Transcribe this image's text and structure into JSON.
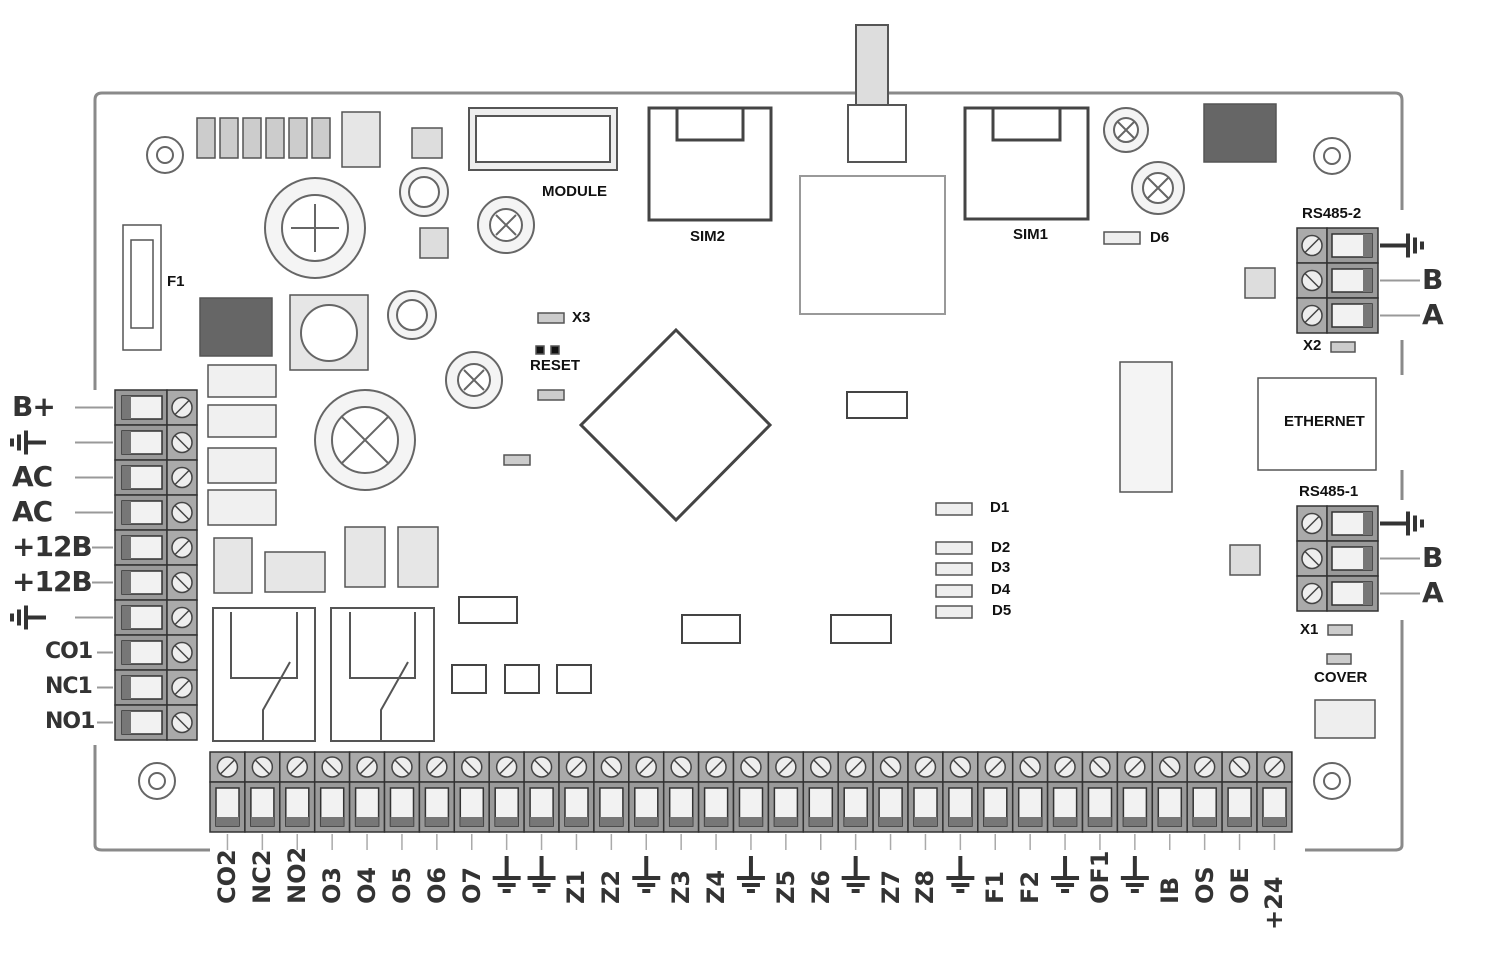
{
  "labels": {
    "module": "MODULE",
    "sim2": "SIM2",
    "sim1": "SIM1",
    "d6": "D6",
    "f1": "F1",
    "x3": "X3",
    "reset": "RESET",
    "rs485_2": "RS485-2",
    "rs485_1": "RS485-1",
    "x2": "X2",
    "x1": "X1",
    "ethernet": "ETHERNET",
    "cover": "COVER",
    "d1": "D1",
    "d2": "D2",
    "d3": "D3",
    "d4": "D4",
    "d5": "D5"
  },
  "rs485_2_terminals": [
    {
      "icon": "ground"
    },
    {
      "label": "B"
    },
    {
      "label": "A"
    }
  ],
  "rs485_1_terminals": [
    {
      "icon": "ground"
    },
    {
      "label": "B"
    },
    {
      "label": "A"
    }
  ],
  "left_terminals": [
    {
      "label": "B+"
    },
    {
      "icon": "ground"
    },
    {
      "label": "AC"
    },
    {
      "label": "AC"
    },
    {
      "label": "+12B"
    },
    {
      "label": "+12B"
    },
    {
      "icon": "ground"
    },
    {
      "label": "CO1"
    },
    {
      "label": "NC1"
    },
    {
      "label": "NO1"
    }
  ],
  "bottom_terminals": [
    {
      "label": "CO2"
    },
    {
      "label": "NC2"
    },
    {
      "label": "NO2"
    },
    {
      "label": "O3"
    },
    {
      "label": "O4"
    },
    {
      "label": "O5"
    },
    {
      "label": "O6"
    },
    {
      "label": "O7"
    },
    {
      "icon": "ground"
    },
    {
      "icon": "ground"
    },
    {
      "label": "Z1"
    },
    {
      "label": "Z2"
    },
    {
      "icon": "ground"
    },
    {
      "label": "Z3"
    },
    {
      "label": "Z4"
    },
    {
      "icon": "ground"
    },
    {
      "label": "Z5"
    },
    {
      "label": "Z6"
    },
    {
      "icon": "ground"
    },
    {
      "label": "Z7"
    },
    {
      "label": "Z8"
    },
    {
      "icon": "ground"
    },
    {
      "label": "F1"
    },
    {
      "label": "F2"
    },
    {
      "icon": "ground"
    },
    {
      "label": "OF1"
    },
    {
      "icon": "ground"
    },
    {
      "label": "IB"
    },
    {
      "label": "OS"
    },
    {
      "label": "OE"
    },
    {
      "label": "+24"
    }
  ],
  "colors": {
    "outline": "#444444",
    "terminal": "#9a9a9a",
    "board": "#8a8a8a"
  }
}
